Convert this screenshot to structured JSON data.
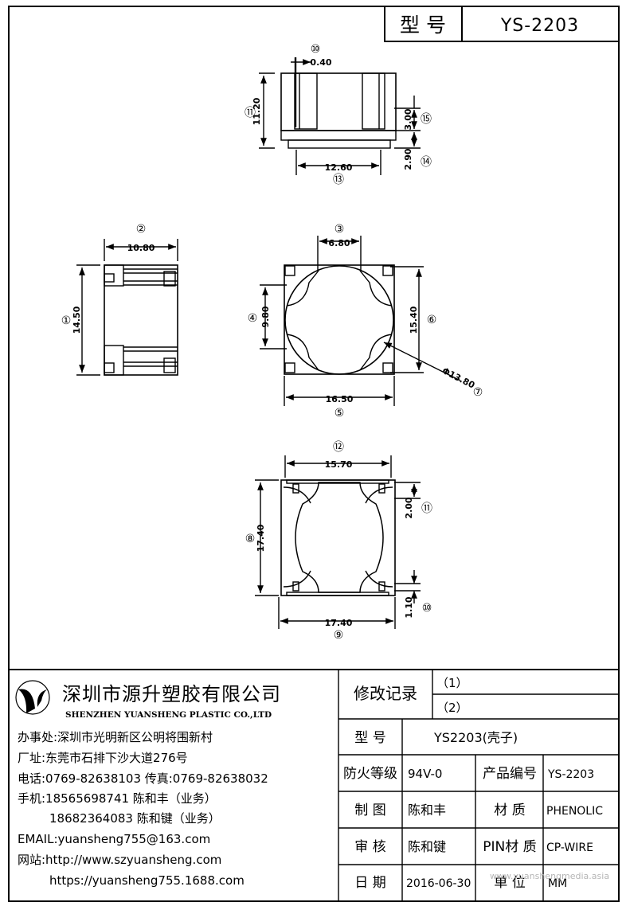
{
  "header": {
    "model_label": "型 号",
    "model_value": "YS-2203"
  },
  "views": {
    "top": {
      "dims": [
        "0.40",
        "11.20",
        "3.00",
        "2.90",
        "12.60"
      ],
      "callouts": [
        "⑩",
        "⑪",
        "⑬",
        "⑭",
        "⑮"
      ]
    },
    "middle": {
      "dims": [
        "10.80",
        "14.50",
        "6.80",
        "9.80",
        "15.40",
        "16.50",
        "Φ13.80"
      ],
      "callouts": [
        "②",
        "①",
        "③",
        "④",
        "⑥",
        "⑤",
        "⑦"
      ]
    },
    "bottom": {
      "dims": [
        "15.70",
        "17.40",
        "2.00",
        "17.40",
        "1.10"
      ],
      "callouts": [
        "⑫",
        "⑧",
        "⑪",
        "⑨",
        "⑩"
      ]
    }
  },
  "company": {
    "name_cn": "深圳市源升塑胶有限公司",
    "name_en": "SHENZHEN YUANSHENG PLASTIC CO.,LTD",
    "office": "办事处:深圳市光明新区公明将围新村",
    "factory": "厂址:东莞市石排下沙大道276号",
    "phone": "电话:0769-82638103 传真:0769-82638032",
    "mobile1": "手机:18565698741 陈和丰（业务）",
    "mobile2": "18682364083 陈和键（业务）",
    "email": "EMAIL:yuansheng755@163.com",
    "web1": "网站:http://www.szyuansheng.com",
    "web2": "https://yuansheng755.1688.com"
  },
  "title_block": {
    "revision_label": "修改记录",
    "rev1": "（1）",
    "rev2": "（2）",
    "type_label": "型 号",
    "type_value": "YS2203(壳子)",
    "fire_label": "防火等级",
    "fire_value": "94V-0",
    "product_code_label": "产品编号",
    "product_code_value": "YS-2203",
    "drawn_label": "制 图",
    "drawn_value": "陈和丰",
    "material_label": "材 质",
    "material_value": "PHENOLIC",
    "checked_label": "审 核",
    "checked_value": "陈和键",
    "pin_material_label": "PIN材 质",
    "pin_material_value": "CP-WIRE",
    "date_label": "日 期",
    "date_value": "2016-06-30",
    "unit_label": "单 位",
    "unit_value": "MM"
  },
  "watermark": "www.yuanshengmedia.asia"
}
